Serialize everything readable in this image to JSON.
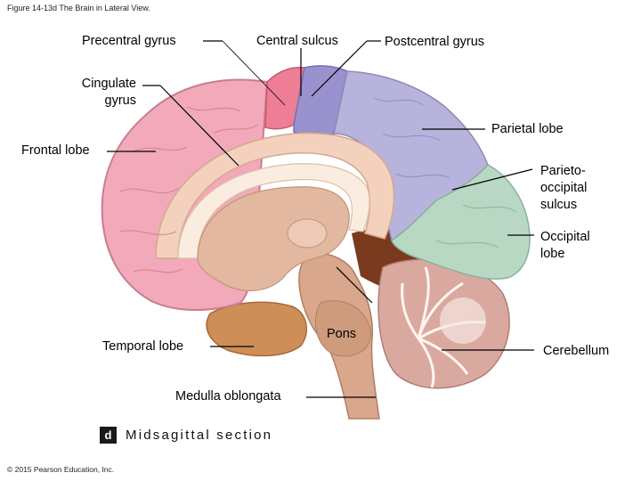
{
  "figure": {
    "title": "Figure 14-13d The Brain in Lateral View.",
    "panel_letter": "d",
    "panel_title": "Midsagittal section",
    "copyright": "© 2015 Pearson Education, Inc."
  },
  "labels": {
    "precentral_gyrus": "Precentral gyrus",
    "central_sulcus": "Central sulcus",
    "postcentral_gyrus": "Postcentral gyrus",
    "cingulate_gyrus": "Cingulate\ngyrus",
    "parietal_lobe": "Parietal lobe",
    "frontal_lobe": "Frontal lobe",
    "parieto_occipital_sulcus": "Parieto-\noccipital\nsulcus",
    "occipital_lobe": "Occipital\nlobe",
    "pons": "Pons",
    "temporal_lobe": "Temporal lobe",
    "cerebellum": "Cerebellum",
    "medulla_oblongata": "Medulla oblongata"
  },
  "colors": {
    "frontal": "#f2a9b9",
    "precentral": "#ee7e96",
    "postcentral": "#9a92cf",
    "parietal": "#b7b3dc",
    "occipital": "#b9d8c4",
    "cingulate": "#f4d1bd",
    "corpus_callosum": "#fbece0",
    "diencephalon": "#e2b8a0",
    "brainstem": "#d9a78b",
    "temporal": "#cd8e58",
    "cerebellum": "#d9a9a0",
    "arbor_vitae": "#fff5ef",
    "sulcus_shadow": "#7a3a1e"
  }
}
